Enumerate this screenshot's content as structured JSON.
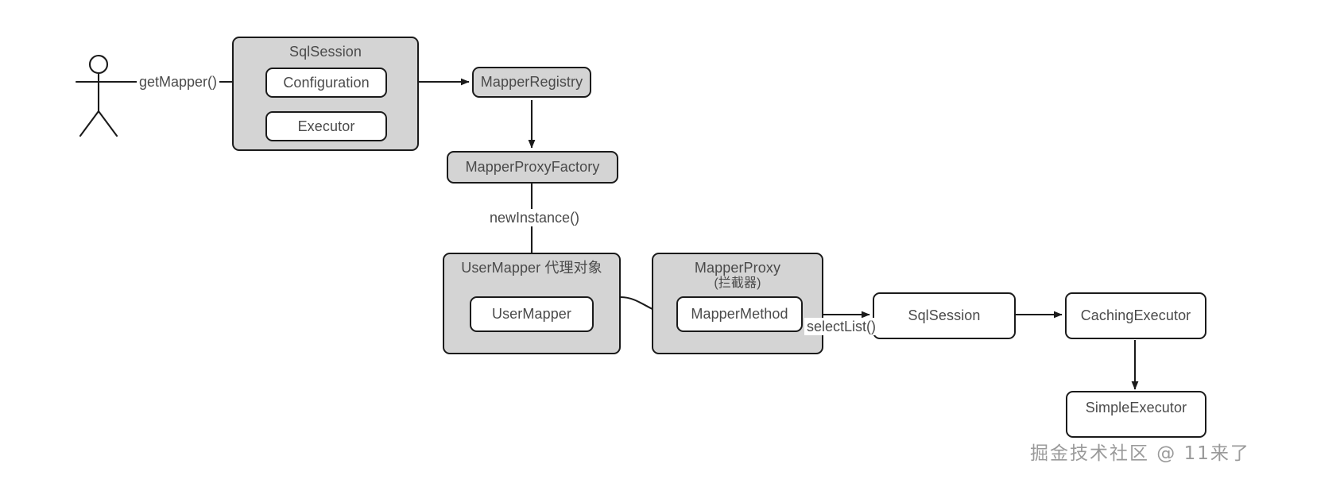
{
  "diagram": {
    "title_hidden": "MyBatis getMapper flow",
    "colors": {
      "group_fill": "#d4d4d4",
      "node_fill": "#ffffff",
      "stroke": "#1b1b1b",
      "text": "#4a4a4a",
      "watermark": "#9a9a9a"
    },
    "actor": {
      "name": "user-actor"
    },
    "groups": [
      {
        "id": "sqlsession-group",
        "title": "SqlSession",
        "sub": ""
      },
      {
        "id": "usermapper-proxy-group",
        "title": "UserMapper 代理对象",
        "sub": ""
      },
      {
        "id": "mapperproxy-group",
        "title": "MapperProxy",
        "sub": "(拦截器)"
      }
    ],
    "nodes": [
      {
        "id": "configuration",
        "label": "Configuration",
        "style": "plain"
      },
      {
        "id": "executor",
        "label": "Executor",
        "style": "plain"
      },
      {
        "id": "mapper-registry",
        "label": "MapperRegistry",
        "style": "filled"
      },
      {
        "id": "mapper-proxy-factory",
        "label": "MapperProxyFactory",
        "style": "filled"
      },
      {
        "id": "usermapper",
        "label": "UserMapper",
        "style": "plain"
      },
      {
        "id": "mapper-method",
        "label": "MapperMethod",
        "style": "plain"
      },
      {
        "id": "sqlsession-right",
        "label": "SqlSession",
        "style": "plain"
      },
      {
        "id": "caching-executor",
        "label": "CachingExecutor",
        "style": "plain"
      },
      {
        "id": "simple-executor",
        "label": "SimpleExecutor",
        "style": "plain"
      }
    ],
    "edge_labels": [
      {
        "id": "get-mapper",
        "text": "getMapper()"
      },
      {
        "id": "new-instance",
        "text": "newInstance()"
      },
      {
        "id": "select-list",
        "text": "selectList()"
      }
    ],
    "watermark": {
      "text": "掘金技术社区 @ 11来了"
    }
  }
}
